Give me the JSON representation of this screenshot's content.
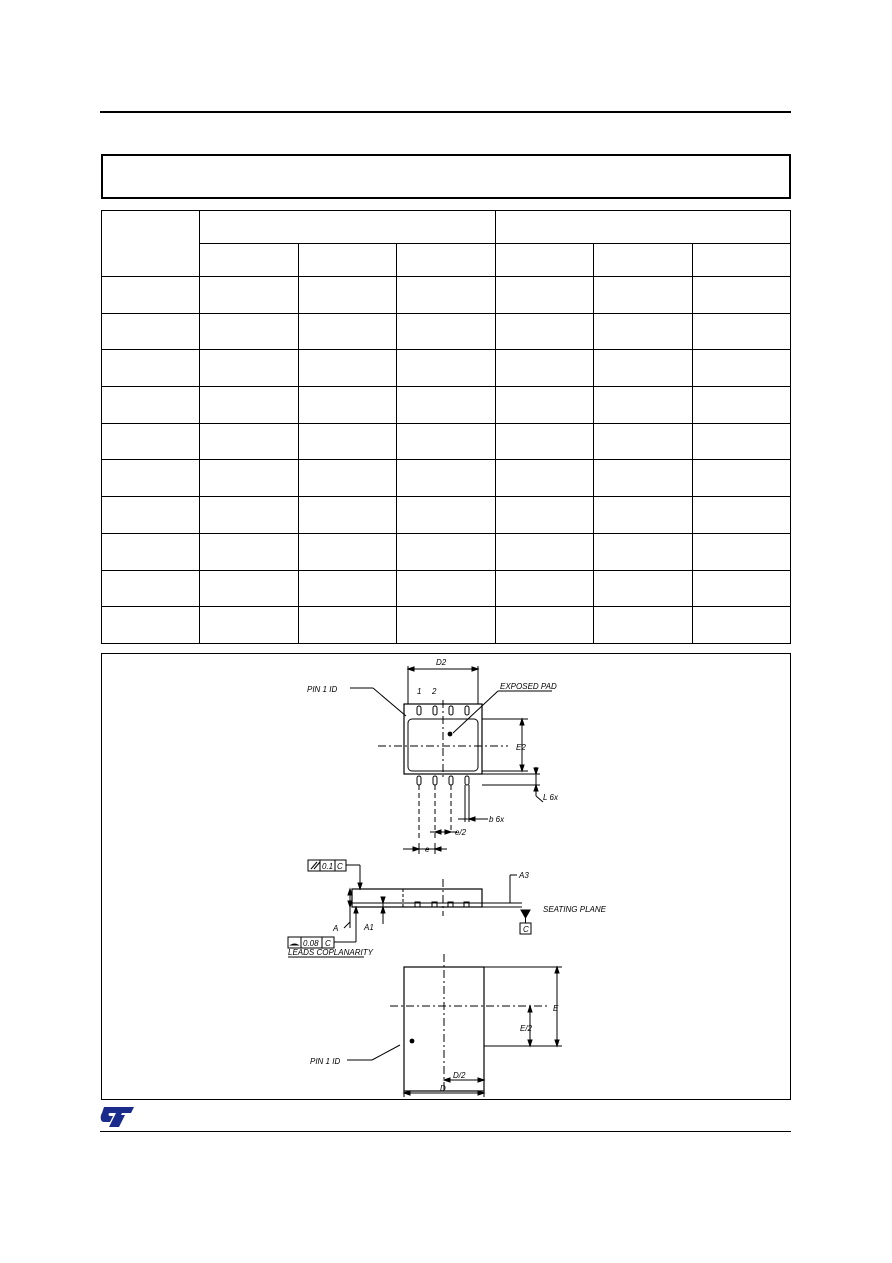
{
  "header": {
    "title": ""
  },
  "table": {
    "caption": "",
    "headers": {
      "dim": "",
      "group1": "",
      "group2": "",
      "sub": [
        "",
        "",
        "",
        "",
        "",
        ""
      ]
    },
    "rows": [
      [
        "",
        "",
        "",
        "",
        "",
        "",
        ""
      ],
      [
        "",
        "",
        "",
        "",
        "",
        "",
        ""
      ],
      [
        "",
        "",
        "",
        "",
        "",
        "",
        ""
      ],
      [
        "",
        "",
        "",
        "",
        "",
        "",
        ""
      ],
      [
        "",
        "",
        "",
        "",
        "",
        "",
        ""
      ],
      [
        "",
        "",
        "",
        "",
        "",
        "",
        ""
      ],
      [
        "",
        "",
        "",
        "",
        "",
        "",
        ""
      ],
      [
        "",
        "",
        "",
        "",
        "",
        "",
        ""
      ],
      [
        "",
        "",
        "",
        "",
        "",
        "",
        ""
      ],
      [
        "",
        "",
        "",
        "",
        "",
        "",
        ""
      ]
    ]
  },
  "drawing": {
    "labels": {
      "d2": "D2",
      "pin1_top": "PIN 1 ID",
      "pin_1": "1",
      "pin_2": "2",
      "exposed_pad": "EXPOSED PAD",
      "e2": "E2",
      "l_6x": "L 6x",
      "b_6x": "b 6x",
      "e_half": "e/2",
      "e": "e",
      "a3": "A3",
      "parallelism": "0.1",
      "datum_c": "C",
      "a": "A",
      "a1": "A1",
      "seating_plane": "SEATING PLANE",
      "coplanarity_value": "0.08",
      "leads_coplanarity": "LEADS COPLANARITY",
      "pin1_bottom": "PIN 1 ID",
      "e_big": "E",
      "e_big_half": "E/2",
      "d_half": "D/2",
      "d": "D"
    }
  },
  "footer": {
    "logo": "st-logo"
  }
}
